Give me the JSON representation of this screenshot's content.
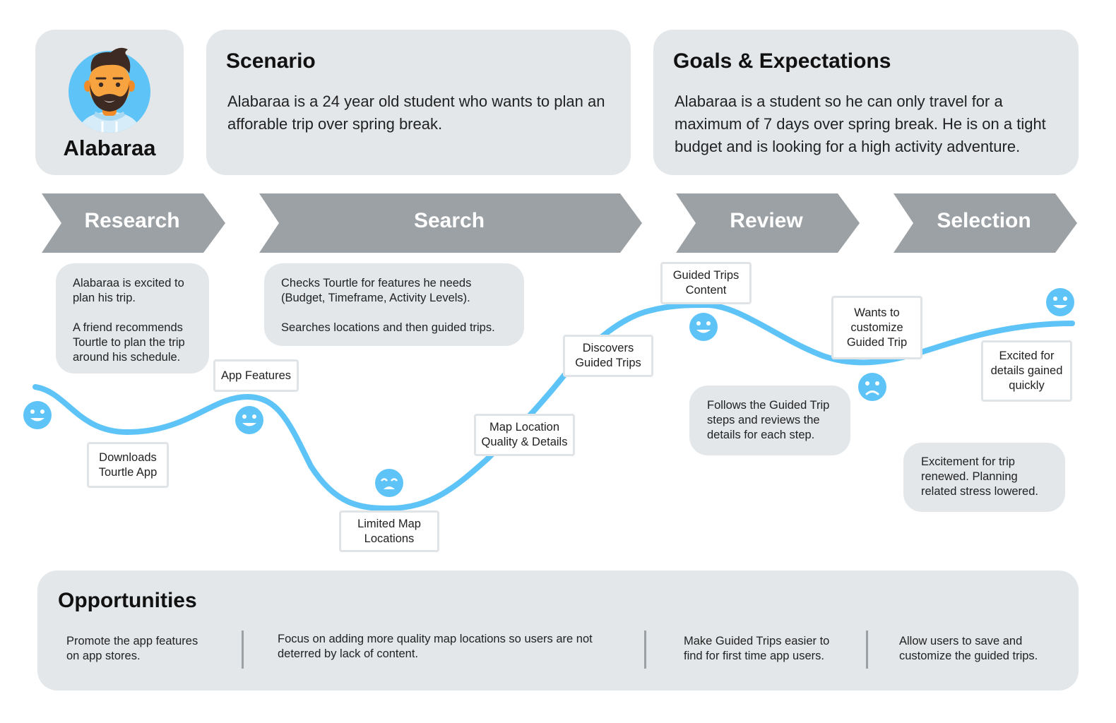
{
  "persona": {
    "name": "Alabaraa",
    "avatar_icon": "bearded-man-avatar-icon"
  },
  "scenario": {
    "title": "Scenario",
    "body": "Alabaraa is a 24 year old student who wants to plan an afforable trip over spring break."
  },
  "goals": {
    "title": "Goals & Expectations",
    "body": "Alabaraa is a student so he can only travel for a maximum of 7 days over spring break. He is on a tight budget and is looking for a high activity adventure."
  },
  "phases": [
    {
      "label": "Research"
    },
    {
      "label": "Search"
    },
    {
      "label": "Review"
    },
    {
      "label": "Selection"
    }
  ],
  "notes": {
    "research": "Alabaraa is excited to\nplan his trip.\n\nA friend recommends\nTourtle to plan the trip\naround his schedule.",
    "search": "Checks Tourtle for features he needs\n(Budget, Timeframe, Activity Levels).\n\nSearches locations and then guided trips.",
    "review": "Follows the Guided Trip\nsteps and reviews the\ndetails for each step.",
    "selection": "Excitement for trip\nrenewed. Planning\nrelated stress lowered."
  },
  "touchpoints": {
    "downloads": "Downloads\nTourtle App",
    "app_features": "App Features",
    "limited_map": "Limited Map\nLocations",
    "map_quality": "Map Location\nQuality & Details",
    "discovers": "Discovers\nGuided Trips",
    "guided_content": "Guided Trips\nContent",
    "customize": "Wants to\ncustomize\nGuided Trip",
    "excited": "Excited for\ndetails gained\nquickly"
  },
  "emotions": [
    {
      "mood": "happy"
    },
    {
      "mood": "happy"
    },
    {
      "mood": "distressed"
    },
    {
      "mood": "happy"
    },
    {
      "mood": "sad"
    },
    {
      "mood": "happy"
    }
  ],
  "colors": {
    "card": "#e3e7ea",
    "phase": "#9ba1a5",
    "curve": "#5ec4f7",
    "face": "#5ec4f7"
  },
  "opportunities": {
    "title": "Opportunities",
    "items": [
      "Promote the app features\non app stores.",
      "Focus on adding more quality map locations so users are not\ndeterred by lack of content.",
      "Make Guided Trips easier to\nfind for first time app users.",
      "Allow users to save and\ncustomize the guided trips."
    ]
  }
}
